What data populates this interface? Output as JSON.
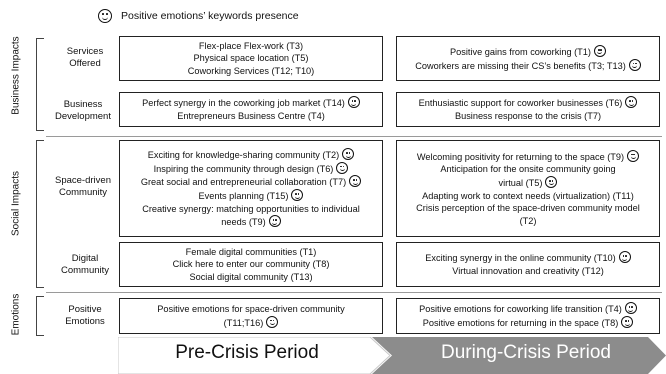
{
  "legend": {
    "icon": "smiley-icon",
    "text": "Positive emotions’ keywords presence"
  },
  "groups": [
    {
      "label": "Business Impacts"
    },
    {
      "label": "Social Impacts"
    },
    {
      "label": "Emotions"
    }
  ],
  "rows": [
    {
      "label": [
        "Services",
        "Offered"
      ],
      "pre": [
        {
          "text": "Flex-place Flex-work (T3)",
          "smiley": false
        },
        {
          "text": "Physical space location (T5)",
          "smiley": false
        },
        {
          "text": "Coworking Services (T12; T10)",
          "smiley": false
        }
      ],
      "during": [
        {
          "text": "Positive gains from coworking (T1)",
          "smiley": true
        },
        {
          "text": "Coworkers are missing their CS’s benefits (T3; T13)",
          "smiley": true
        }
      ]
    },
    {
      "label": [
        "Business",
        "Development"
      ],
      "pre": [
        {
          "text": "Perfect synergy in the coworking job market (T14)",
          "smiley": true
        },
        {
          "text": "Entrepreneurs Business Centre (T4)",
          "smiley": false
        }
      ],
      "during": [
        {
          "text": "Enthusiastic support for coworker businesses (T6)",
          "smiley": true
        },
        {
          "text": "Business response to the crisis (T7)",
          "smiley": false
        }
      ]
    },
    {
      "label": [
        "Space-driven",
        "Community"
      ],
      "pre": [
        {
          "text": "Exciting for knowledge-sharing community (T2)",
          "smiley": true
        },
        {
          "text": "Inspiring the community through design (T6)",
          "smiley": true
        },
        {
          "text": "Great social and entrepreneurial collaboration (T7)",
          "smiley": true
        },
        {
          "text": "Events planning (T15)",
          "smiley": true
        },
        {
          "text": "Creative synergy: matching opportunities to individual",
          "smiley": false
        },
        {
          "text": "needs (T9)",
          "smiley": true
        }
      ],
      "during": [
        {
          "text": "Welcoming positivity for returning to the space (T9)",
          "smiley": true
        },
        {
          "text": "Anticipation for the onsite community going",
          "smiley": false
        },
        {
          "text": "virtual (T5)",
          "smiley": true
        },
        {
          "text": "Adapting work to context needs (virtualization) (T11)",
          "smiley": false
        },
        {
          "text": "Crisis perception of the space-driven  community model",
          "smiley": false
        },
        {
          "text": "(T2)",
          "smiley": false
        }
      ]
    },
    {
      "label": [
        "Digital",
        "Community"
      ],
      "pre": [
        {
          "text": "Female digital communities (T1)",
          "smiley": false
        },
        {
          "text": "Click here to enter our community (T8)",
          "smiley": false
        },
        {
          "text": "Social digital community (T13)",
          "smiley": false
        }
      ],
      "during": [
        {
          "text": "Exciting synergy in the online community (T10)",
          "smiley": true
        },
        {
          "text": "Virtual innovation and creativity (T12)",
          "smiley": false
        }
      ]
    },
    {
      "label": [
        "Positive",
        "Emotions"
      ],
      "pre": [
        {
          "text": "Positive emotions for space-driven community",
          "smiley": false
        },
        {
          "text": "(T11;T16)",
          "smiley": true
        }
      ],
      "during": [
        {
          "text": "Positive emotions for coworking life transition (T4)",
          "smiley": true
        },
        {
          "text": "Positive emotions for returning in the space (T8)",
          "smiley": true
        }
      ]
    }
  ],
  "periods": {
    "pre": "Pre-Crisis Period",
    "during": "During-Crisis Period",
    "pre_color": "#ffffff",
    "during_color": "#8c8c8c"
  }
}
